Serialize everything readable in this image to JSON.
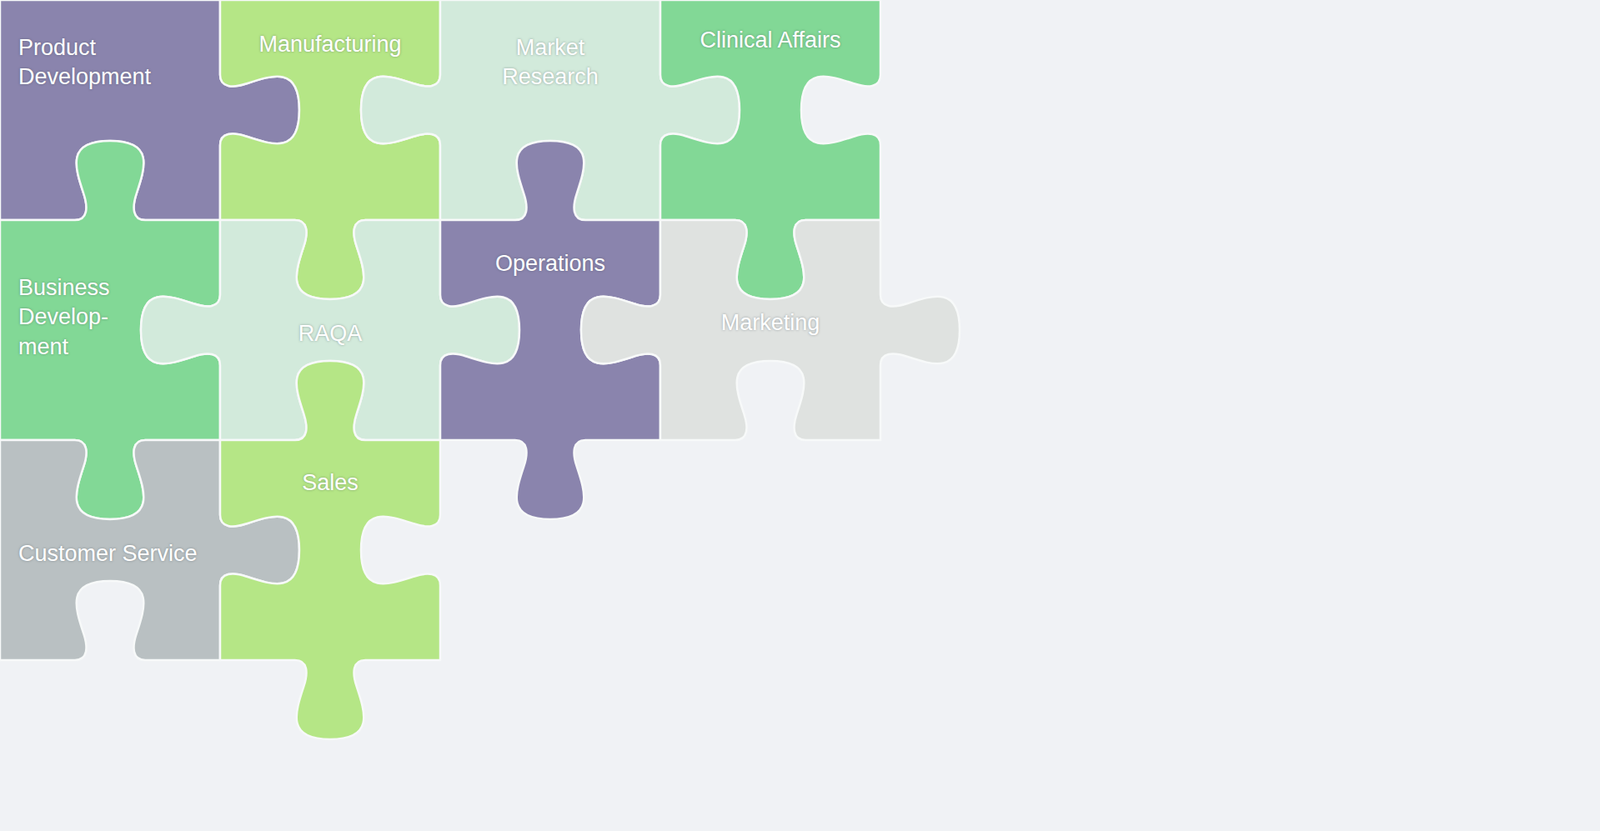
{
  "diagram": {
    "nodes": [
      {
        "text": [
          "Product Development"
        ]
      },
      {
        "text": [
          "Manufacturing"
        ]
      },
      {
        "text": [
          "Market Research"
        ]
      },
      {
        "text": [
          "Clinical Affairs"
        ]
      },
      {
        "text": [
          "Business Develop- ment"
        ]
      },
      {
        "text": [
          "RAQA"
        ]
      },
      {
        "text": [
          "Operations"
        ]
      },
      {
        "text": [
          "Marketing"
        ]
      },
      {
        "text": [
          "Customer Service"
        ]
      },
      {
        "text": [
          "Sales"
        ]
      }
    ]
  }
}
